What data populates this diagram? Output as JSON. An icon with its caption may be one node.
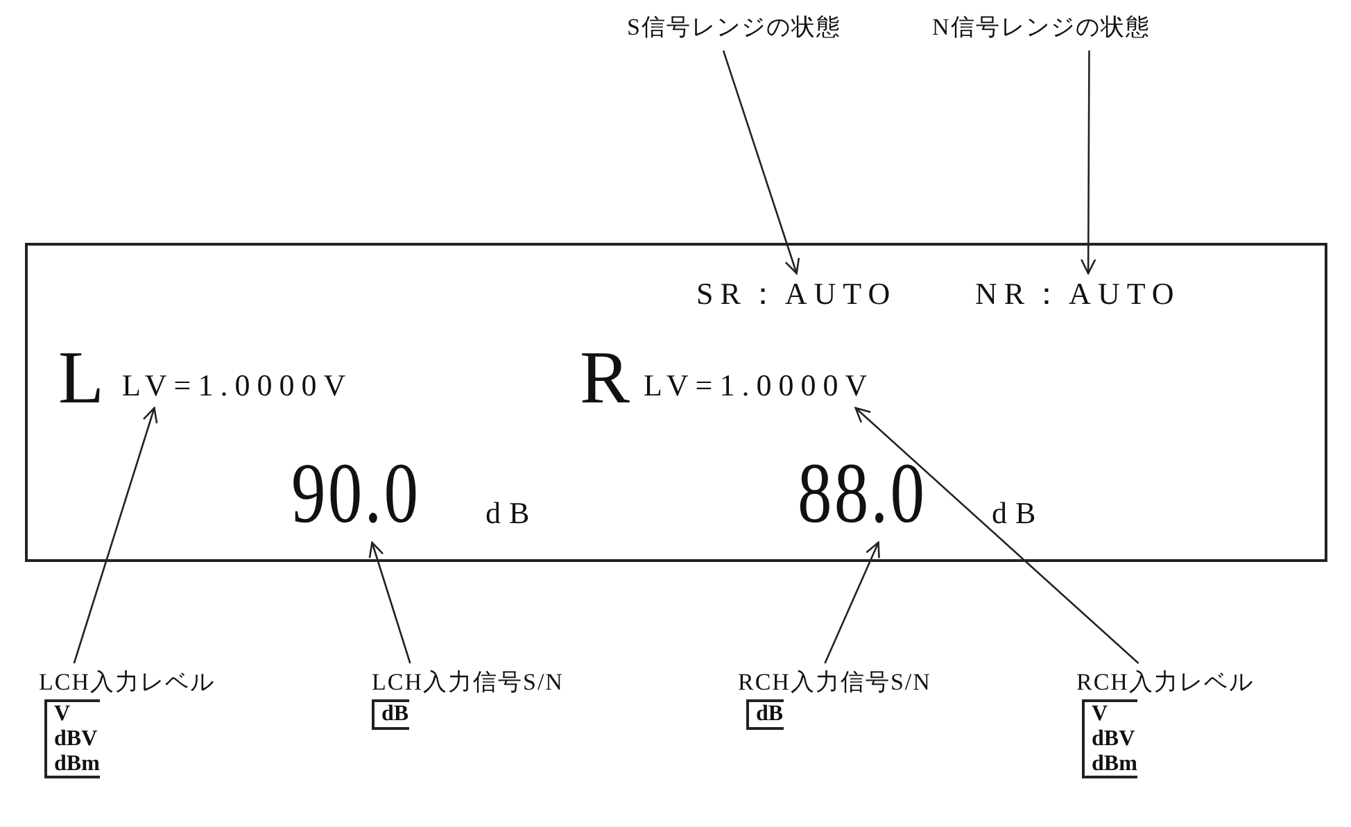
{
  "diagram": {
    "nodes": [
      {
        "text": [],
        "shape": "box"
      },
      {
        "text": [
          "SR：AUTO"
        ],
        "in": 0
      },
      {
        "text": [
          "NR：AUTO"
        ],
        "in": 0
      },
      {
        "text": [
          "LV=1.0000V"
        ],
        "in": 0
      },
      {
        "text": [
          "90.0"
        ],
        "in": 0
      },
      {
        "text": [
          "88.0"
        ],
        "in": 0
      },
      {
        "text": [
          "LV=1.0000V"
        ],
        "in": 0
      },
      {
        "text": [
          "S信号レンジの状態"
        ]
      },
      {
        "text": [
          "N信号レンジの状態"
        ]
      },
      {
        "text": [
          "LCH入力レベル",
          "V",
          "dBV",
          "dBm"
        ]
      },
      {
        "text": [
          "LCH入力信号S/N",
          "dB"
        ]
      },
      {
        "text": [
          "RCH入力信号S/N",
          "dB"
        ]
      },
      {
        "text": [
          "RCH入力レベル",
          "V",
          "dBV",
          "dBm"
        ]
      }
    ],
    "edges": [
      {
        "from": 7,
        "to": 1,
        "arrow": "to"
      },
      {
        "from": 8,
        "to": 2,
        "arrow": "to"
      },
      {
        "from": 9,
        "to": 3,
        "arrow": "to"
      },
      {
        "from": 10,
        "to": 4,
        "arrow": "to"
      },
      {
        "from": 11,
        "to": 5,
        "arrow": "to"
      },
      {
        "from": 12,
        "to": 6,
        "arrow": "to"
      }
    ],
    "labels": [
      "L",
      "R",
      "dB",
      "dB"
    ]
  }
}
